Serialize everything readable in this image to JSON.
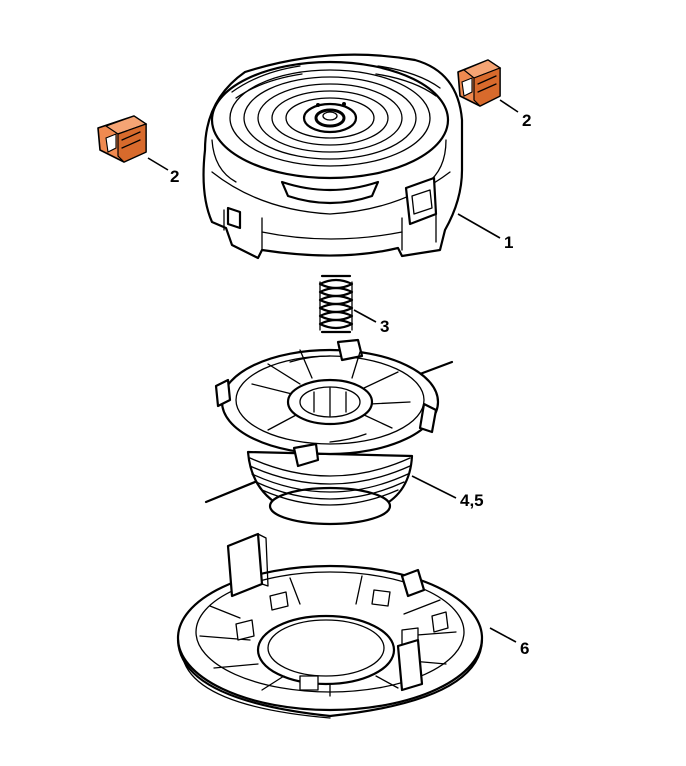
{
  "callouts": {
    "c2a": "2",
    "c2b": "2",
    "c1": "1",
    "c3": "3",
    "c45": "4,5",
    "c6": "6"
  },
  "colors": {
    "clip_fill": "#f08a50",
    "clip_shade": "#d86a2c",
    "line": "#000000",
    "background": "#ffffff"
  }
}
